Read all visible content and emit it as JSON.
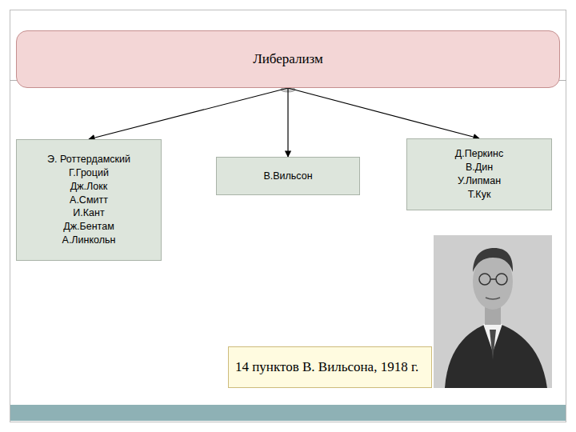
{
  "diagram": {
    "nodes": [
      {
        "text": [
          "Либерализм"
        ]
      },
      {
        "text": [
          "Э. Роттердамский",
          "Г.Гроций",
          "Дж.Локк",
          "А.Смитт",
          "И.Кант",
          "Дж.Бентам",
          "А.Линкольн"
        ]
      },
      {
        "text": [
          "В.Вильсон"
        ]
      },
      {
        "text": [
          "Д.Перкинс",
          "В.Дин",
          "У.Липман",
          "Т.Кук"
        ]
      },
      {
        "text": [
          "14 пунктов В. Вильсона, 1918 г."
        ]
      }
    ],
    "edges": [
      {
        "from": 0,
        "to": 1,
        "arrow": "to"
      },
      {
        "from": 0,
        "to": 2,
        "arrow": "to"
      },
      {
        "from": 0,
        "to": 3,
        "arrow": "to"
      }
    ]
  }
}
